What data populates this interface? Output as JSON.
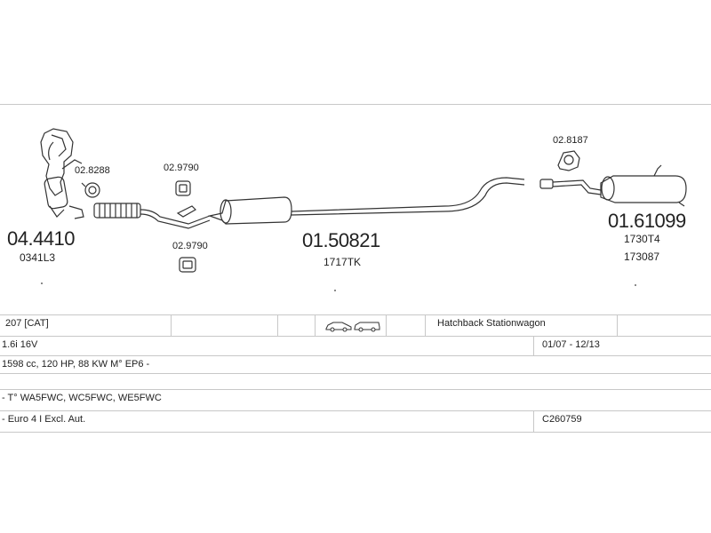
{
  "parts": {
    "manifold": {
      "number": "04.4410",
      "ref": "0341L3"
    },
    "clamp_1": {
      "number": "02.8288"
    },
    "mount_1": {
      "number": "02.9790"
    },
    "mount_2": {
      "number": "02.9790"
    },
    "middle_silencer": {
      "number": "01.50821",
      "ref": "1717TK"
    },
    "hanger": {
      "number": "02.8187"
    },
    "rear_silencer": {
      "number": "01.61099",
      "ref1": "1730T4",
      "ref2": "173087"
    }
  },
  "table": {
    "row1": {
      "model": "207  [CAT]",
      "body": "Hatchback Stationwagon"
    },
    "row2": {
      "engine": "1.6i 16V",
      "period": "01/07 - 12/13"
    },
    "row3": {
      "spec": "1598 cc, 120 HP, 88 KW M° EP6 -"
    },
    "row4": {
      "types": "- T° WA5FWC, WC5FWC, WE5FWC"
    },
    "row5": {
      "norm": "- Euro 4  I Excl. Aut.",
      "code": "C260759"
    }
  },
  "icons": [
    "hatchback-car-icon",
    "stationwagon-car-icon"
  ],
  "colors": {
    "line": "#c8c8c8",
    "ink": "#333333"
  }
}
